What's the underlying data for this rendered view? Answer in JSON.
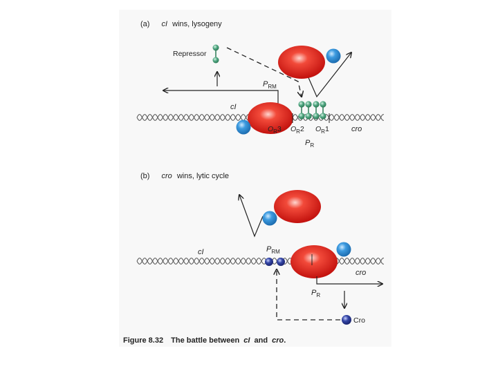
{
  "panel_a": {
    "letter": "(a)",
    "title_gene": "cI",
    "title_rest": "wins, lysogeny",
    "repressor_label": "Repressor",
    "prm_main": "P",
    "prm_sub": "RM",
    "ci_label": "cI",
    "or3_main": "O",
    "or3_sub": "R",
    "or3_num": "3",
    "or2_main": "O",
    "or2_sub": "R",
    "or2_num": "2",
    "or1_main": "O",
    "or1_sub": "R",
    "or1_num": "1",
    "cro_label": "cro",
    "pr_main": "P",
    "pr_sub": "R"
  },
  "panel_b": {
    "letter": "(b)",
    "title_gene": "cro",
    "title_rest": "wins, lytic cycle",
    "ci_label": "cI",
    "prm_main": "P",
    "prm_sub": "RM",
    "cro_label": "cro",
    "pr_main": "P",
    "pr_sub": "R",
    "cro_protein_label": "Cro"
  },
  "caption": {
    "number": "Figure 8.32",
    "text_prefix": "The battle between",
    "gene1": "cI",
    "and_word": "and",
    "gene2": "cro",
    "period": "."
  },
  "colors": {
    "red_protein": "#e8231d",
    "blue_protein": "#2f8fd6",
    "green_repressor": "#4aa07a",
    "navy_cro": "#2a3b96",
    "panel_bg": "#f8f8f8"
  }
}
